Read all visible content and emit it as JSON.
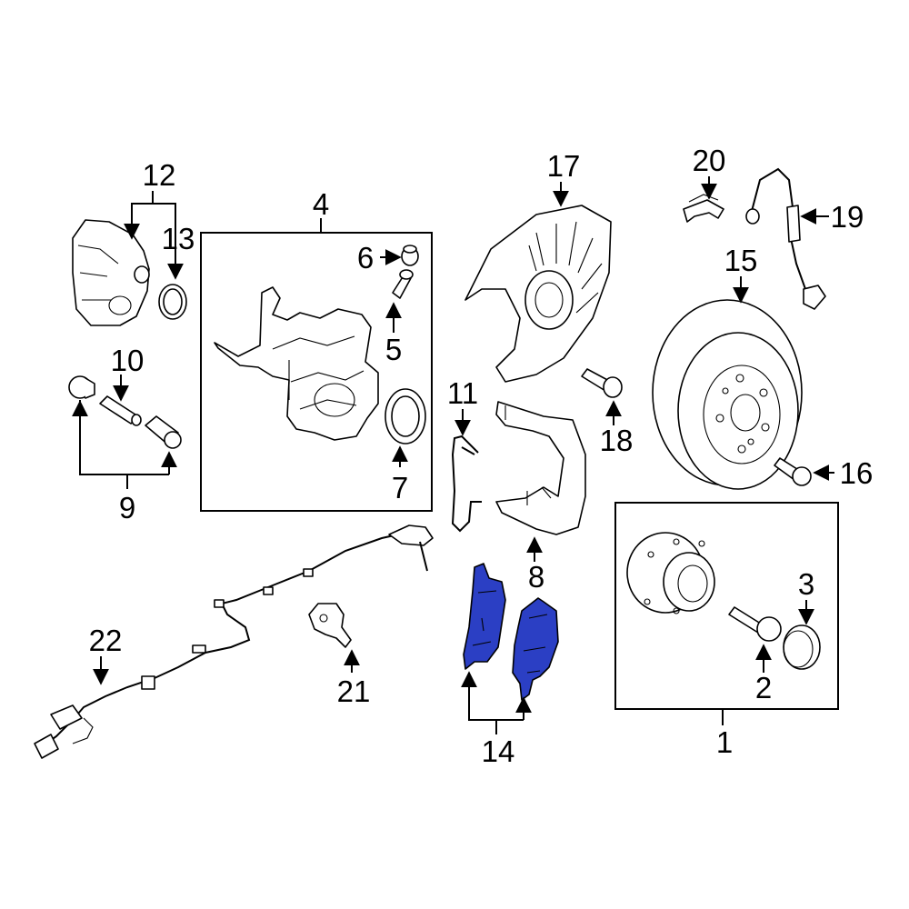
{
  "diagram": {
    "highlight_color": "#2b3fc4",
    "line_color": "#000000",
    "background": "#ffffff",
    "callouts": {
      "c1": "1",
      "c2": "2",
      "c3": "3",
      "c4": "4",
      "c5": "5",
      "c6": "6",
      "c7": "7",
      "c8": "8",
      "c9": "9",
      "c10": "10",
      "c11": "11",
      "c12": "12",
      "c13": "13",
      "c14": "14",
      "c15": "15",
      "c16": "16",
      "c17": "17",
      "c18": "18",
      "c19": "19",
      "c20": "20",
      "c21": "21",
      "c22": "22"
    }
  }
}
